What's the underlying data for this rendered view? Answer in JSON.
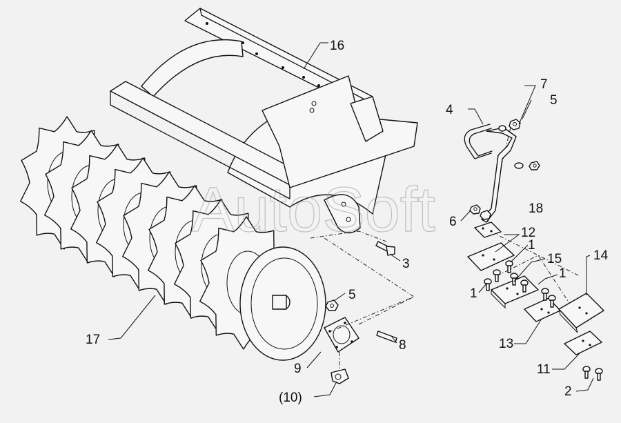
{
  "watermark": "AutoSoft",
  "callouts": {
    "c1a": "1",
    "c1b": "1",
    "c1c": "1",
    "c2": "2",
    "c3": "3",
    "c4": "4",
    "c5a": "5",
    "c5b": "5",
    "c6": "6",
    "c7": "7",
    "c8": "8",
    "c9": "9",
    "c10": "(10)",
    "c11": "11",
    "c12": "12",
    "c13": "13",
    "c14": "14",
    "c15": "15",
    "c16": "16",
    "c17": "17",
    "c18": "18"
  }
}
